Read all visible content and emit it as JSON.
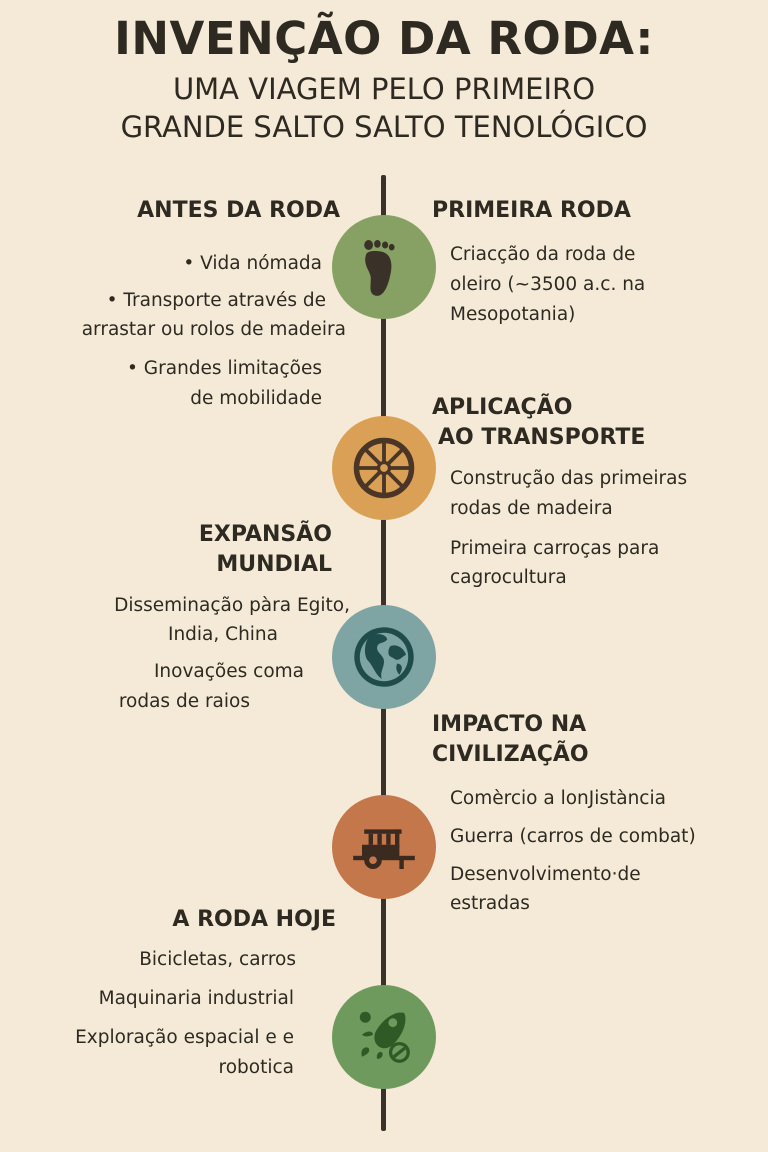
{
  "header": {
    "title": "INVENÇÃO DA RODA:",
    "subtitle_line1": "UMA VIAGEM PELO PRIMEIRO",
    "subtitle_line2": "GRANDE SALTO SALTO TENOLÓGICO"
  },
  "colors": {
    "background": "#f4ead7",
    "line": "#3a3228",
    "text": "#2e2a22",
    "node_green": "#87a064",
    "node_orange": "#d9a056",
    "node_teal": "#7fa4a4",
    "node_rust": "#c4774a",
    "node_green2": "#6f9a5e"
  },
  "timeline": [
    {
      "side": "left",
      "heading": "ANTES DA RODA",
      "items": [
        "• Vida nómada",
        "• Transporte através de",
        "arrastar ou rolos de madeira",
        "• Grandes limitações",
        "de mobilidade"
      ]
    },
    {
      "side": "right",
      "heading": "PRIMEIRA RODA",
      "icon": "footprint-icon",
      "items": [
        "Criacção da roda de",
        "oleiro (~3500 a.c. na",
        "Mesopotania)"
      ]
    },
    {
      "side": "right",
      "heading_line1": "APLICAÇÃO",
      "heading_line2": "AO TRANSPORTE",
      "icon": "wheel-icon",
      "items": [
        "Construção das primeiras",
        "rodas de madeira",
        "Primeira carroças para",
        "cagrocultura"
      ]
    },
    {
      "side": "left",
      "heading_line1": "EXPANSÃO",
      "heading_line2": "MUNDIAL",
      "icon": "globe-icon",
      "items": [
        "Disseminação pàra Egito,",
        "India, China",
        "Inovações coma",
        "rodas de raios"
      ]
    },
    {
      "side": "right",
      "heading_line1": "IMPACTO NA",
      "heading_line2": "CIVILIZAÇÃO",
      "icon": "cart-icon",
      "items": [
        "Comèrcio a lonJistància",
        "Guerra (carros de combat)",
        "Desenvolvimento·de",
        "estradas"
      ]
    },
    {
      "side": "left",
      "heading": "A RODA HOJE",
      "icon": "rocket-icon",
      "items": [
        "Bicicletas, carros",
        "Maquinaria industrial",
        "Exploração espacial e e",
        "robotica"
      ]
    }
  ]
}
